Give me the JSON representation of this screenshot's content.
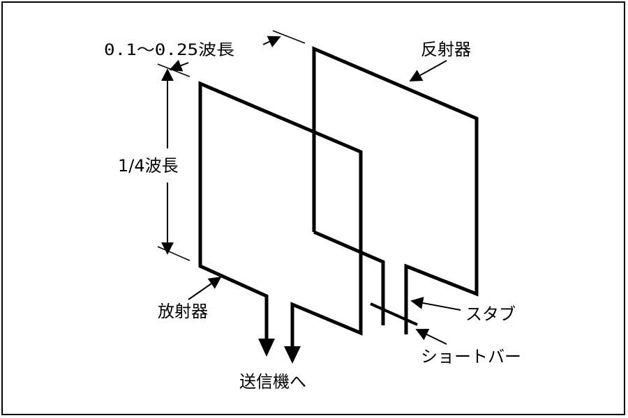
{
  "labels": {
    "spacing": "0.1〜0.25波長",
    "height": "1/4波長",
    "reflector": "反射器",
    "radiator": "放射器",
    "stub": "スタブ",
    "short_bar": "ショートバー",
    "to_transmitter": "送信機へ"
  },
  "colors": {
    "line": "#000000",
    "background": "#ffffff",
    "frame": "#000000"
  }
}
